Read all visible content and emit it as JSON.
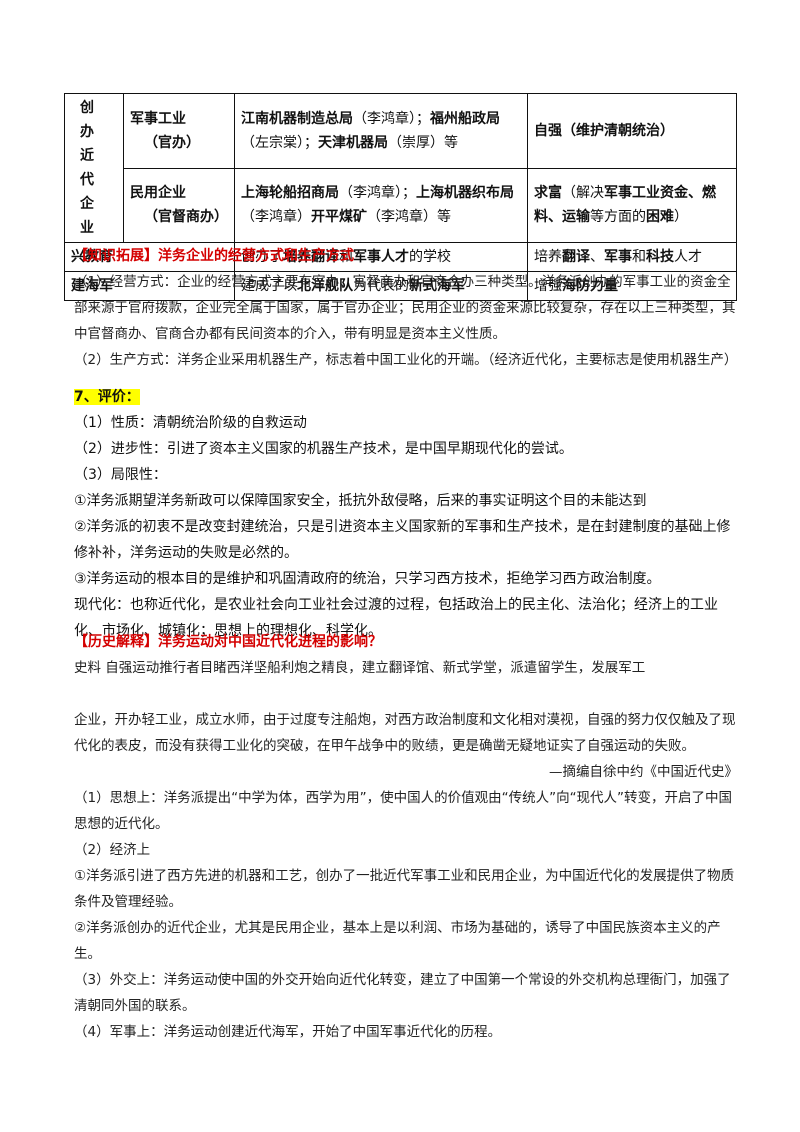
{
  "table": {
    "rows": [
      {
        "c1": "创办近代企业",
        "sub1": {
          "a": "军事工业",
          "b": "（官办）",
          "content": [
            "江南机器制造总局",
            "（李鸿章）；",
            "福州船政局",
            "（左宗棠）；",
            "天津机器局",
            "（崇厚）等"
          ],
          "effect": "自强（维护清朝统治）"
        },
        "sub2": {
          "a": "民用企业",
          "b": "（官督商办）",
          "content": [
            "上海轮船招商局",
            "（李鸿章）；",
            "上海机器织布局",
            "（李鸿章）",
            "开平煤矿",
            "（李鸿章）等"
          ],
          "effect": [
            "求富",
            "（解决",
            "军事工业资金、燃料、运输",
            "等方面的",
            "困难",
            "）"
          ]
        }
      },
      {
        "c1": "兴教育",
        "content": [
          "创办了",
          "培养翻译",
          "和",
          "军事人才",
          "的学校"
        ],
        "effect": [
          "培养",
          "翻译",
          "、",
          "军事",
          "和",
          "科技",
          "人才"
        ]
      },
      {
        "c1": "建海军",
        "content": [
          "建成了以",
          "北洋舰队",
          "为代表的",
          "新式海军"
        ],
        "effect": [
          "增强",
          "海防力量"
        ]
      }
    ]
  },
  "knowledge": {
    "head": "【知识拓展】洋务企业的经营方式和生产方式",
    "p1": "（1）经营方式：企业的经营方式主要有官办、官督商办和官商合办三种类型。洋务派创办的军事工业的资金全部来源于官府拨款，企业完全属于国家，属于官办企业；民用企业的资金来源比较复杂，存在以上三种类型，其中官督商办、官商合办都有民间资本的介入，带有明显是资本主义性质。",
    "p2": "（2）生产方式：洋务企业采用机器生产，标志着中国工业化的开端。（经济近代化，主要标志是使用机器生产）"
  },
  "eval": {
    "head": "7、评价：",
    "p1": "（1）性质：清朝统治阶级的自救运动",
    "p2": "（2）进步性：引进了资本主义国家的机器生产技术，是中国早期现代化的尝试。",
    "p3": "（3）局限性：",
    "l1": "①洋务派期望洋务新政可以保障国家安全，抵抗外敌侵略，后来的事实证明这个目的未能达到",
    "l2": "②洋务派的初衷不是改变封建统治，只是引进资本主义国家新的军事和生产技术，是在封建制度的基础上修修补补，洋务运动的失败是必然的。",
    "l3": "③洋务运动的根本目的是维护和巩固清政府的统治，只学习西方技术，拒绝学习西方政治制度。",
    "p4": "现代化：也称近代化，是农业社会向工业社会过渡的过程，包括政治上的民主化、法治化；经济上的工业化、市场化、城镇化；思想上的理想化、科学化。"
  },
  "history": {
    "head": "【历史解释】洋务运动对中国近代化进程的影响？",
    "src1": "史料 自强运动推行者目睹西洋坚船利炮之精良，建立翻译馆、新式学堂，派遣留学生，发展军工",
    "src2": "企业，开办轻工业，成立水师，由于过度专注船炮，对西方政治制度和文化相对漠视，自强的努力仅仅触及了现代化的表皮，而没有获得工业化的突破，在甲午战争中的败绩，更是确凿无疑地证实了自强运动的失败。",
    "cite": "—摘编自徐中约《中国近代史》",
    "a1": "（1）思想上：洋务派提出“中学为体，西学为用”，使中国人的价值观由“传统人”向“现代人”转变，开启了中国思想的近代化。",
    "a2": "（2）经济上",
    "a2_1": "①洋务派引进了西方先进的机器和工艺，创办了一批近代军事工业和民用企业，为中国近代化的发展提供了物质条件及管理经验。",
    "a2_2": "②洋务派创办的近代企业，尤其是民用企业，基本上是以利润、市场为基础的，诱导了中国民族资本主义的产生。",
    "a3": "（3）外交上：洋务运动使中国的外交开始向近代化转变，建立了中国第一个常设的外交机构总理衙门，加强了清朝同外国的联系。",
    "a4": "（4）军事上：洋务运动创建近代海军，开始了中国军事近代化的历程。"
  }
}
